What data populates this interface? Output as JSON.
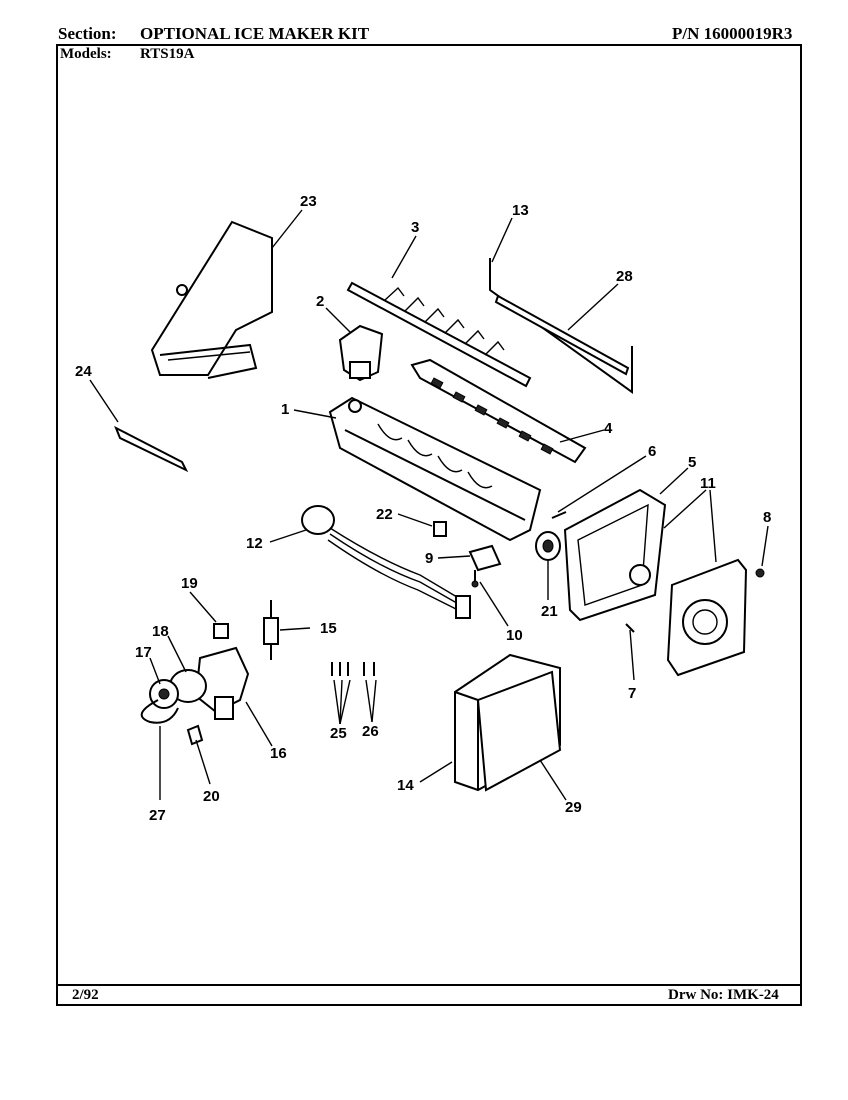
{
  "header": {
    "section_label": "Section:",
    "section_title": "OPTIONAL ICE MAKER KIT",
    "part_number": "P/N 16000019R3",
    "models_label": "Models:",
    "models_value": "RTS19A"
  },
  "footer": {
    "date": "2/92",
    "drawing_number": "Drw No: IMK-24"
  },
  "callouts": [
    "1",
    "2",
    "3",
    "4",
    "5",
    "6",
    "7",
    "8",
    "9",
    "10",
    "11",
    "12",
    "13",
    "14",
    "15",
    "16",
    "17",
    "18",
    "19",
    "20",
    "21",
    "22",
    "23",
    "24",
    "25",
    "26",
    "27",
    "28",
    "29"
  ]
}
